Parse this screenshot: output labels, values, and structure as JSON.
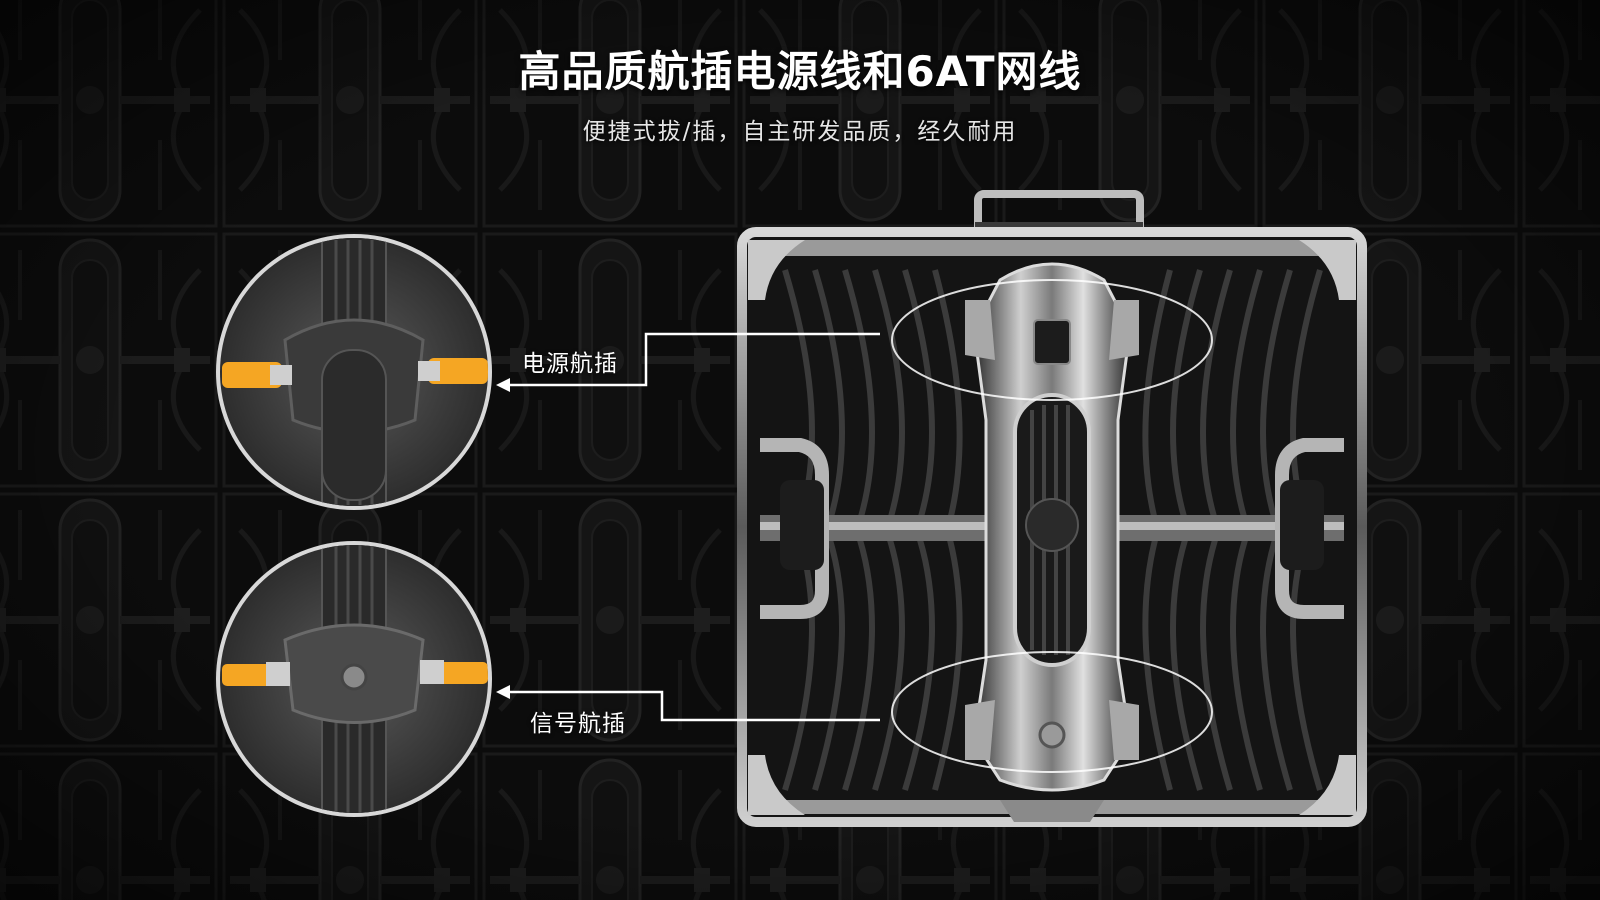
{
  "header": {
    "title": "高品质航插电源线和6AT网线",
    "subtitle": "便捷式拔/插，自主研发品质，经久耐用"
  },
  "callouts": [
    {
      "label": "电源航插"
    },
    {
      "label": "信号航插"
    }
  ],
  "colors": {
    "background": "#0b0b0b",
    "accent_connector": "#f5a623",
    "line": "#ffffff"
  }
}
